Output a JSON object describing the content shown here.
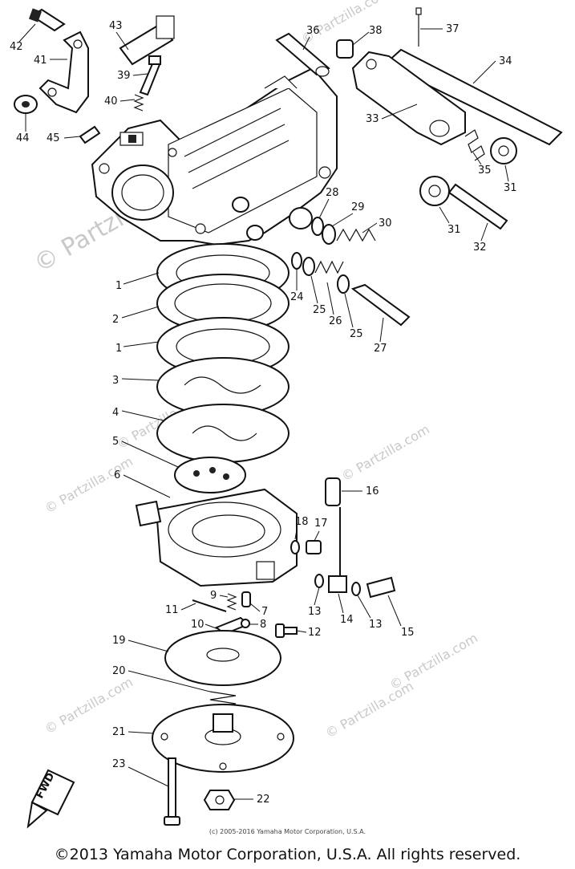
{
  "watermarks": [
    {
      "id": "wm-1",
      "text": "© Partzilla.com"
    },
    {
      "id": "wm-2",
      "text": "© Partzilla.com"
    },
    {
      "id": "wm-3",
      "text": "© Partzilla.com"
    },
    {
      "id": "wm-4",
      "text": "© Partzilla.com"
    },
    {
      "id": "wm-5",
      "text": "© Partzilla.com"
    },
    {
      "id": "wm-6",
      "text": "© Partzilla.com"
    },
    {
      "id": "wm-7",
      "text": "© Partzilla.com"
    },
    {
      "id": "wm-8",
      "text": "© Partzilla.com"
    }
  ],
  "fwd_label": "FWD",
  "callouts": [
    "42",
    "43",
    "41",
    "36",
    "38",
    "37",
    "34",
    "39",
    "40",
    "44",
    "45",
    "33",
    "35",
    "31",
    "28",
    "29",
    "30",
    "31",
    "32",
    "1",
    "24",
    "25",
    "26",
    "25",
    "27",
    "2",
    "1",
    "3",
    "4",
    "5",
    "6",
    "16",
    "18",
    "17",
    "9",
    "7",
    "11",
    "13",
    "10",
    "8",
    "14",
    "13",
    "15",
    "12",
    "19",
    "20",
    "21",
    "23",
    "22"
  ],
  "footer": {
    "small_copyright": "(c) 2005-2016 Yamaha Motor Corporation, U.S.A.",
    "copyright": "©2013 Yamaha Motor Corporation, U.S.A. All rights reserved."
  }
}
